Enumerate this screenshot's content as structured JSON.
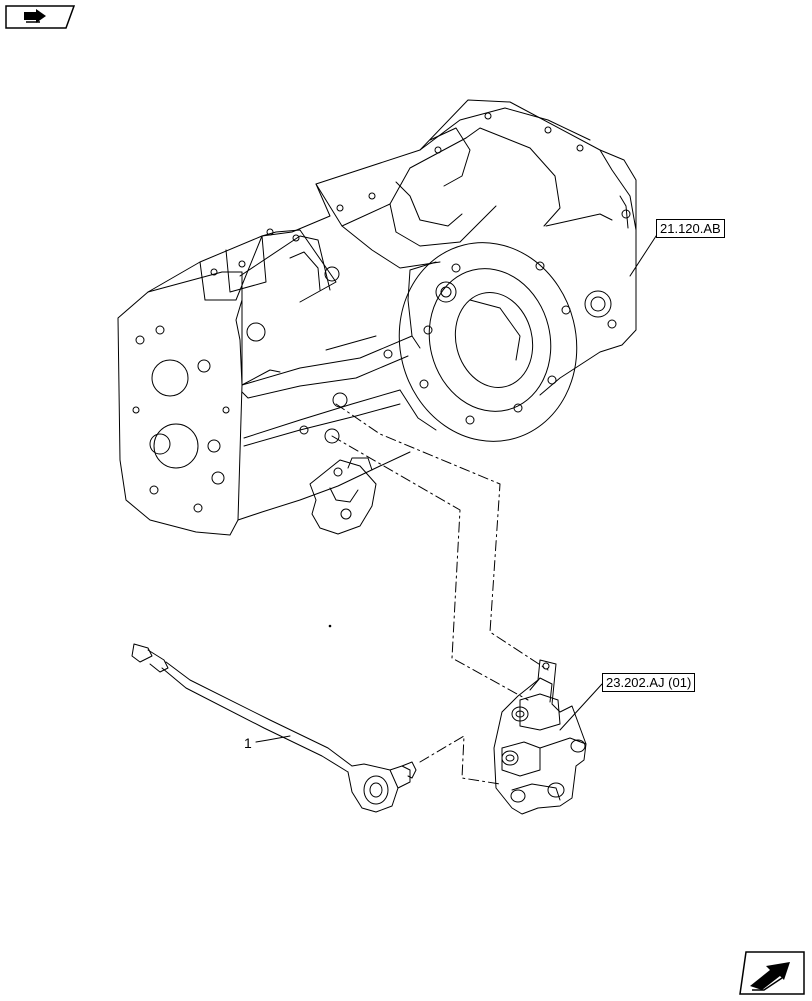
{
  "callouts": {
    "housing_ref": "21.120.AB",
    "valve_ref": "23.202.AJ (01)"
  },
  "items": {
    "solenoid_item": "1"
  },
  "icons": {
    "top_nav": "book-arrow-icon",
    "bottom_nav": "next-page-arrow-icon"
  },
  "colors": {
    "line": "#000000",
    "background": "#ffffff"
  }
}
